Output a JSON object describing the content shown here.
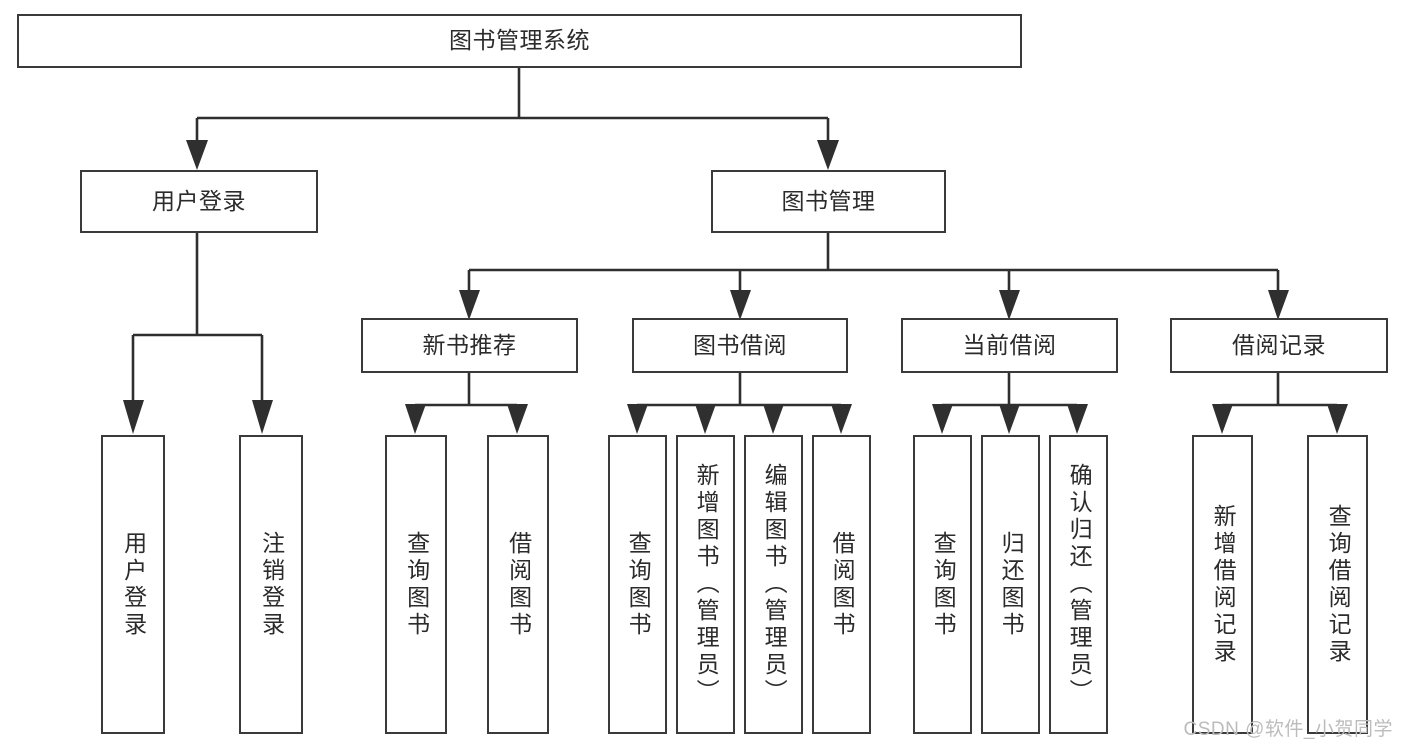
{
  "diagram": {
    "type": "hierarchy-tree",
    "title": "图书管理系统",
    "watermark": "CSDN @软件_小贺同学",
    "colors": {
      "background": "#ffffff",
      "box_border": "#3a3a3a",
      "connector": "#2f2f2f",
      "text": "#2b2b2b",
      "watermark": "#bcbcbc"
    },
    "root": {
      "label": "图书管理系统",
      "orientation": "horizontal"
    },
    "level2": [
      {
        "label": "用户登录",
        "orientation": "horizontal"
      },
      {
        "label": "图书管理",
        "orientation": "horizontal"
      }
    ],
    "level3": [
      {
        "label": "新书推荐",
        "orientation": "horizontal"
      },
      {
        "label": "图书借阅",
        "orientation": "horizontal"
      },
      {
        "label": "当前借阅",
        "orientation": "horizontal"
      },
      {
        "label": "借阅记录",
        "orientation": "horizontal"
      }
    ],
    "leaves": {
      "user_login": [
        {
          "label": "用户登录",
          "orientation": "vertical"
        },
        {
          "label": "注销登录",
          "orientation": "vertical"
        }
      ],
      "new_book_recommend": [
        {
          "label": "查询图书",
          "orientation": "vertical"
        },
        {
          "label": "借阅图书",
          "orientation": "vertical"
        }
      ],
      "book_borrow": [
        {
          "label": "查询图书",
          "orientation": "vertical"
        },
        {
          "label": "新增图书（管理员）",
          "orientation": "vertical"
        },
        {
          "label": "编辑图书（管理员）",
          "orientation": "vertical"
        },
        {
          "label": "借阅图书",
          "orientation": "vertical"
        }
      ],
      "current_borrow": [
        {
          "label": "查询图书",
          "orientation": "vertical"
        },
        {
          "label": "归还图书",
          "orientation": "vertical"
        },
        {
          "label": "确认归还（管理员）",
          "orientation": "vertical"
        }
      ],
      "borrow_record": [
        {
          "label": "新增借阅记录",
          "orientation": "vertical"
        },
        {
          "label": "查询借阅记录",
          "orientation": "vertical"
        }
      ]
    }
  }
}
